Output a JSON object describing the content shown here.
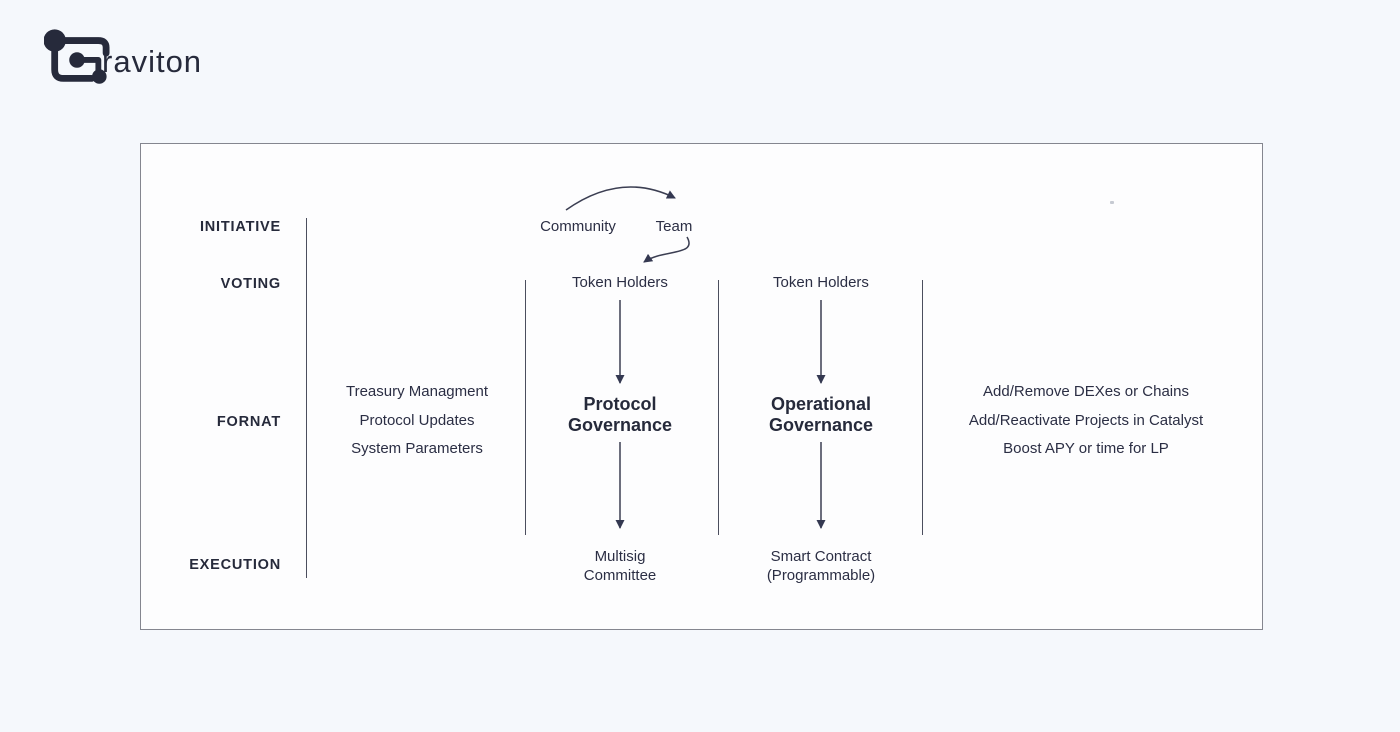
{
  "colors": {
    "page_background": "#f5f8fc",
    "panel_background": "#fdfdfe",
    "panel_border": "#84868f",
    "ink": "#2b2e44",
    "line": "#3b3e52"
  },
  "logo": {
    "brand": "Graviton",
    "wordmark_text": "raviton"
  },
  "diagram": {
    "row_labels": {
      "initiative": "INITIATIVE",
      "voting": "VOTING",
      "fornat": "FORNAT",
      "execution": "EXECUTION"
    },
    "initiative": {
      "community": "Community",
      "team": "Team"
    },
    "voting": {
      "protocol": "Token Holders",
      "operational": "Token Holders"
    },
    "governance": {
      "protocol": "Protocol Governance",
      "operational": "Operational Governance"
    },
    "execution": {
      "protocol": "Multisig Committee",
      "operational": "Smart Contract (Programmable)"
    },
    "protocol_scope": [
      "Treasury Managment",
      "Protocol Updates",
      "System Parameters"
    ],
    "operational_scope": [
      "Add/Remove DEXes or Chains",
      "Add/Reactivate Projects in Catalyst",
      "Boost APY or time for LP"
    ]
  }
}
